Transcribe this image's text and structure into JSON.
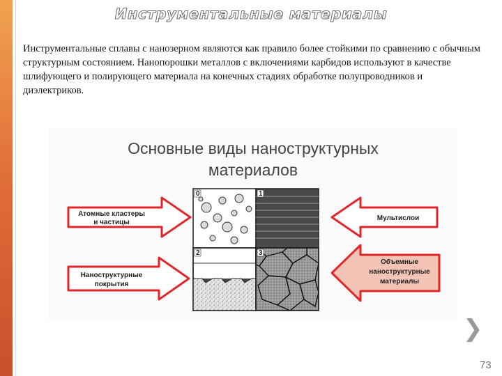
{
  "slide": {
    "title": "Инструментальные материалы",
    "paragraph": "Инструментальные сплавы с нанозерном являются как правило более стойкими по сравнению с обычным структурным состоянием. Нанопорошки металлов с включениями карбидов используют в качестве шлифующего и полирующего материала на конечных стадиях обработке полупроводников и диэлектриков.",
    "page_number": "73",
    "next_icon": "chevron-right-icon"
  },
  "figure": {
    "title_line1": "Основные виды наноструктурных",
    "title_line2": "материалов",
    "quadrant_numbers": [
      "0",
      "1",
      "2",
      "3"
    ],
    "labels": {
      "clusters_line1": "Атомные кластеры",
      "clusters_line2": "и частицы",
      "multilayers": "Мультислои",
      "coatings_line1": "Наноструктурные",
      "coatings_line2": "покрытия",
      "bulk_line1": "Объемные",
      "bulk_line2": "наноструктурные",
      "bulk_line3": "материалы"
    },
    "colors": {
      "arrow_border": "#e0262b",
      "arrow_fill": "#ffffff",
      "bulk_fill": "#f3c4b6",
      "accent": "#e2703a"
    }
  }
}
